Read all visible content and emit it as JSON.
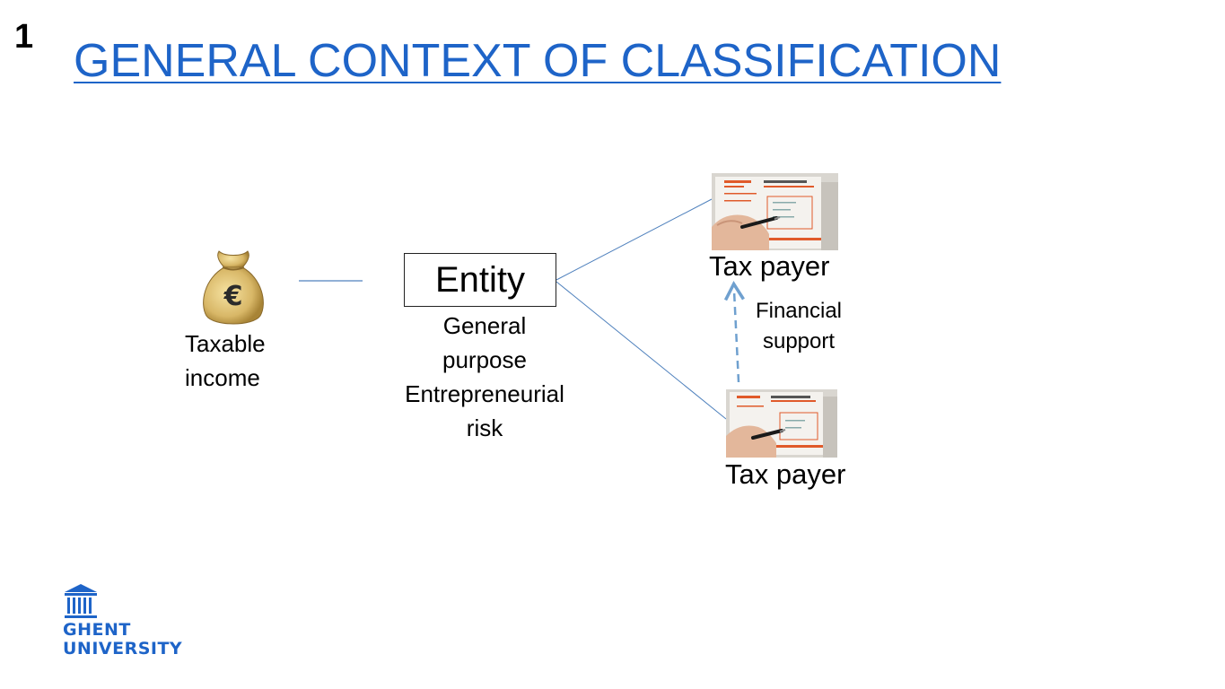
{
  "slide": {
    "number": "1",
    "title": "GENERAL CONTEXT OF CLASSIFICATION"
  },
  "diagram": {
    "taxable_income": {
      "line1": "Taxable",
      "line2": "income",
      "icon": "money-bag-euro-icon"
    },
    "entity": {
      "label": "Entity",
      "desc_line1": "General",
      "desc_line2": "purpose",
      "desc_line3": "Entrepreneurial",
      "desc_line4": "risk"
    },
    "taxpayer_top": {
      "label": "Tax payer",
      "image": "tax-form-photo"
    },
    "financial_support": {
      "line1": "Financial",
      "line2": "support"
    },
    "taxpayer_bottom": {
      "label": "Tax payer",
      "image": "tax-form-photo"
    }
  },
  "logo": {
    "line1": "GHENT",
    "line2": "UNIVERSITY",
    "icon": "university-building-icon"
  },
  "colors": {
    "title": "#1e64c8",
    "connector": "#4f81bd",
    "dashed_arrow": "#6fa0cf",
    "logo": "#1e64c8"
  }
}
